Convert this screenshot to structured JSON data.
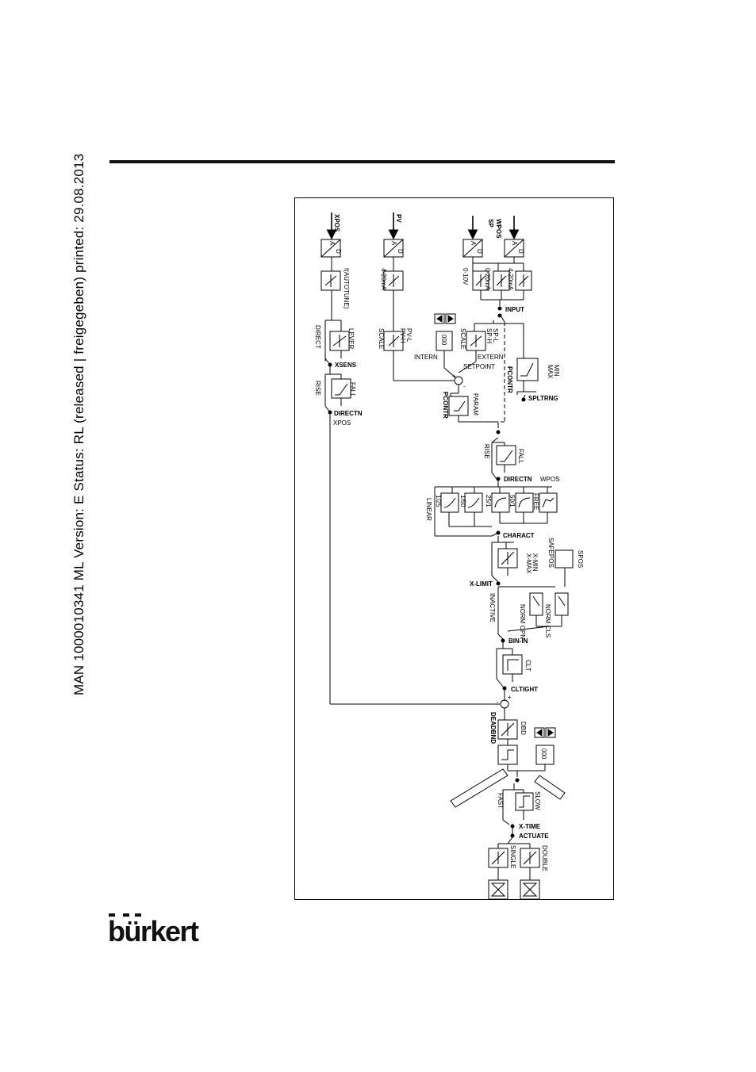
{
  "header": {
    "doc_line": "MAN  1000010341  ML  Version: E  Status: RL (released | freigegeben)  printed: 29.08.2013"
  },
  "brand": {
    "name": "bürkert"
  },
  "diagram": {
    "inputs": {
      "xpos": "XPOS",
      "pv": "PV",
      "wpos": "WPOS",
      "sp": "SP"
    },
    "ad": {
      "a": "A",
      "d": "D"
    },
    "labels": {
      "f_autotune": "f(AUTOTUNE)",
      "pv_4_20": "4-20mA",
      "r_0_10v": "0-10V",
      "r_0_20ma": "0-20mA",
      "r_4_20ma": "4-20mA",
      "input": "INPUT",
      "lever": "LEVER",
      "direct": "DIRECT",
      "xsens": "XSENS",
      "pvl": "PV-L",
      "pvh": "PV-H",
      "scale_pv": "SCALE",
      "spl": "SP-L",
      "sph": "SP-H",
      "scale_sp": "SCALE",
      "extern": "EXTERN",
      "intern": "INTERN",
      "setpoint": "SETPOINT",
      "min": "MIN",
      "max": "MAX",
      "pcontr_right": "PCONTR",
      "pcontr_left": "PCONTR",
      "param": "PARAM",
      "spltrng": "SPLTRNG",
      "fall_x": "FALL",
      "rise_x": "RISE",
      "directn_x": "DIRECTN",
      "xpos_small": "XPOS",
      "fall_w": "FALL",
      "rise_w": "RISE",
      "directn_w": "DIRECTN",
      "wpos_small": "WPOS",
      "c125": "1/25",
      "c150": "1/50",
      "c251": "25/1",
      "c501": "50/1",
      "free": "FREE",
      "linear": "LINEAR",
      "charact": "CHARACT",
      "xmin": "X-MIN",
      "xmax": "X-MAX",
      "safepos": "SAFEPOS",
      "spos": "SPOS",
      "xlimit": "X-LIMIT",
      "norm_opn": "NORM OPN",
      "norm_cls": "NORM CLS",
      "inactive": "INACTIVE",
      "bin_in": "BIN-IN",
      "clt": "CLT",
      "cltight": "CLTIGHT",
      "dbd": "DBD",
      "deadbnd": "DEADBND",
      "fast": "FAST",
      "slow": "SLOW",
      "xtime": "X-TIME",
      "actuate": "ACTUATE",
      "single": "SINGLE",
      "double": "DOUBLE",
      "plus_top": "+",
      "minus_top": "-",
      "plus_bot": "+",
      "minus_bot": "-",
      "display_000": "000"
    }
  }
}
